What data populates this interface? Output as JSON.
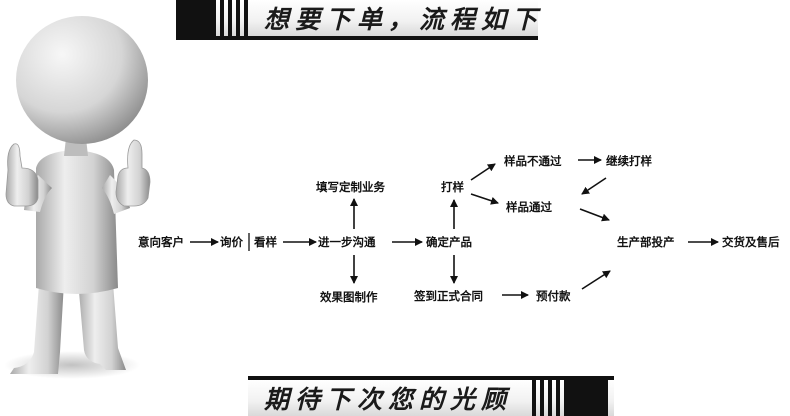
{
  "banner_top": {
    "title": "想要下单，流程如下"
  },
  "banner_bottom": {
    "title": "期待下次您的光顾"
  },
  "flow": {
    "nodes": {
      "inquiry_customer": "意向客户",
      "inquiry_price": "询价",
      "view_samples": "看样",
      "communicate": "进一步沟通",
      "fill_order": "填写定制业务",
      "effect_drawing": "效果图制作",
      "confirm_product": "确定产品",
      "proofing": "打样",
      "sample_fail": "样品不通过",
      "continue_proofing": "继续打样",
      "sample_pass": "样品通过",
      "sign_contract": "签到正式合同",
      "prepayment": "预付款",
      "production": "生产部投产",
      "delivery": "交货及售后"
    }
  }
}
